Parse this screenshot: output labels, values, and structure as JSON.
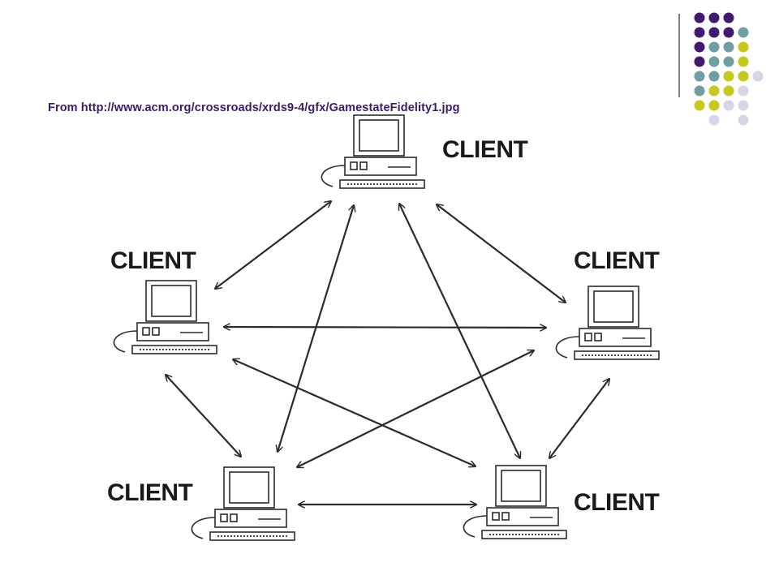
{
  "caption": "From http://www.acm.org/crossroads/xrds9-4/gfx/GamestateFidelity1.jpg",
  "diagram": {
    "client_label": "CLIENT",
    "clients": [
      {
        "label": "CLIENT"
      },
      {
        "label": "CLIENT"
      },
      {
        "label": "CLIENT"
      },
      {
        "label": "CLIENT"
      },
      {
        "label": "CLIENT"
      }
    ]
  },
  "decoration": {
    "dot_colors": [
      "#3f1a6e",
      "#6f9fa0",
      "#c7c91a",
      "#d6d6e6"
    ]
  }
}
